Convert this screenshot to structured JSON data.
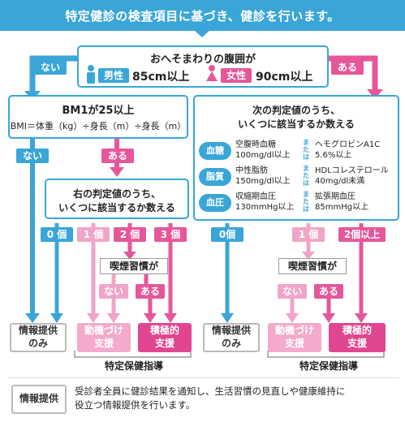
{
  "title": "特定健診の検査項目に基づき、健診を行います。",
  "waist": {
    "question": "おへそまわりの腹囲が",
    "male_label": "男性",
    "male_value": "85cm以上",
    "female_label": "女性",
    "female_value": "90cm以上"
  },
  "branch_no": "ない",
  "branch_yes": "ある",
  "bmi": {
    "heading": "BM1が25以上",
    "formula": "BMI＝体重（kg）÷身長（m）÷身長（m）",
    "no": "ない",
    "yes": "ある"
  },
  "left_criteria": {
    "line1": "右の判定値のうち、",
    "line2": "いくつに該当するか数える"
  },
  "right_criteria": {
    "line1": "次の判定値のうち、",
    "line2": "いくつに該当するか数える",
    "rows": [
      {
        "tag": "血糖",
        "a1": "空腹時血糖",
        "a2": "100mg/dl以上",
        "or": "または",
        "b1": "ヘモグロビンA1C",
        "b2": "5.6%以上"
      },
      {
        "tag": "脂質",
        "a1": "中性脂肪",
        "a2": "150mg/dl以上",
        "or": "または",
        "b1": "HDLコレステロール",
        "b2": "40mg/dl未満"
      },
      {
        "tag": "血圧",
        "a1": "収縮期血圧",
        "a2": "130mmHg以上",
        "or": "または",
        "b1": "拡張期血圧",
        "b2": "85mmHg以上"
      }
    ]
  },
  "counts_left": [
    "0 個",
    "1 個",
    "2 個",
    "3 個"
  ],
  "counts_right": [
    "0個",
    "1 個",
    "2個以上"
  ],
  "smoking": "喫煙習慣が",
  "smoke_no": "ない",
  "smoke_yes": "ある",
  "results": {
    "info_line1": "情報提供",
    "info_line2": "のみ",
    "motivation_line1": "動機づけ",
    "motivation_line2": "支援",
    "active_line1": "積極的",
    "active_line2": "支援"
  },
  "group_label": "特定保健指導",
  "footer": {
    "label": "情報提供",
    "text_line1": "受診者全員に健診結果を通知し、生活習慣の見直しや健康維持に",
    "text_line2": "役立つ情報提供を行います。"
  },
  "colors": {
    "blue": "#3aa6d8",
    "pink": "#e6579a",
    "light_pink": "#f0a5c8",
    "gray": "#bbbbbb"
  }
}
